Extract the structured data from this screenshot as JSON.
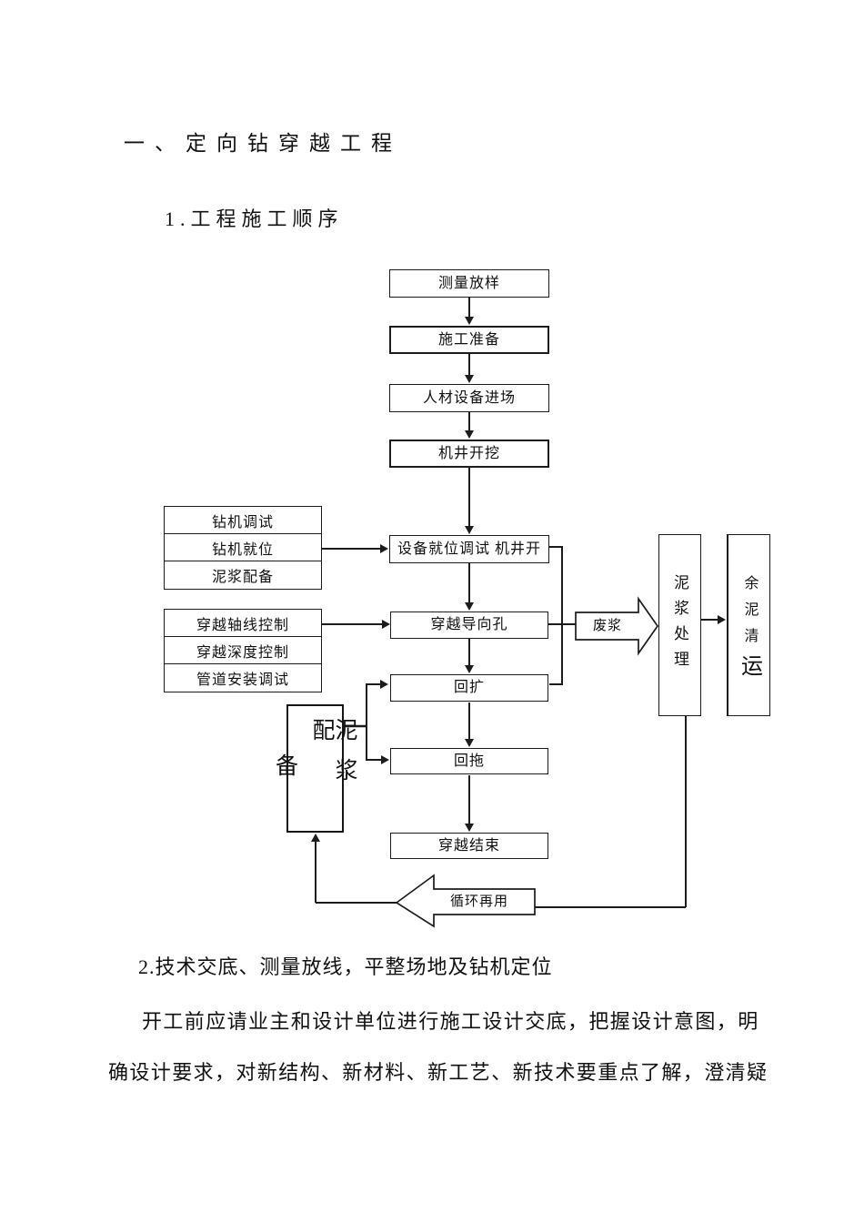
{
  "document": {
    "heading1": "一、定向钻穿越工程",
    "heading2": "1.工程施工顺序",
    "heading3": "2.技术交底、测量放线，平整场地及钻机定位",
    "paragraph": {
      "line1": "开工前应请业主和设计单位进行施工设计交底，把握设计意图，明",
      "line2": "确设计要求，对新结构、新材料、新工艺、新技术要重点了解，澄清疑"
    }
  },
  "flowchart": {
    "steps": {
      "survey": "测量放样",
      "preparation": "施工准备",
      "mobilization": "人材设备进场",
      "well_excavation": "机井开挖",
      "equipment_debug": "设备就位调试 机井开",
      "pilot_hole": "穿越导向孔",
      "reaming": "回扩",
      "pullback": "回拖",
      "crossing_end": "穿越结束"
    },
    "drill_prep_stack": [
      "钻机调试",
      "钻机就位",
      "泥浆配备"
    ],
    "crossing_control_stack": [
      "穿越轴线控制",
      "穿越深度控制",
      "管道安装调试"
    ],
    "mud_mixing_box": {
      "column_main": "泥浆配",
      "column_wrapped": "备"
    },
    "mud_treatment_box": "泥浆处理",
    "mud_removal_box": {
      "upper": "余泥清",
      "lower": "运"
    },
    "waste_slurry_label": "废浆",
    "recycle_label": "循环再用"
  },
  "colors": {
    "line": "#1c1c1c",
    "background": "#ffffff",
    "text": "#111111"
  }
}
